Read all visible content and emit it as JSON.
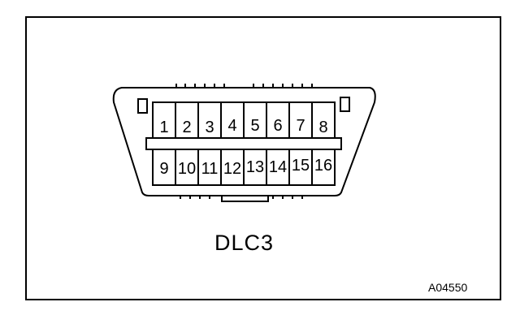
{
  "connector": {
    "label": "DLC3",
    "top_pins": [
      "1",
      "2",
      "3",
      "4",
      "5",
      "6",
      "7",
      "8"
    ],
    "bottom_pins": [
      "9",
      "10",
      "11",
      "12",
      "13",
      "14",
      "15",
      "16"
    ]
  },
  "figure_id": "A04550"
}
